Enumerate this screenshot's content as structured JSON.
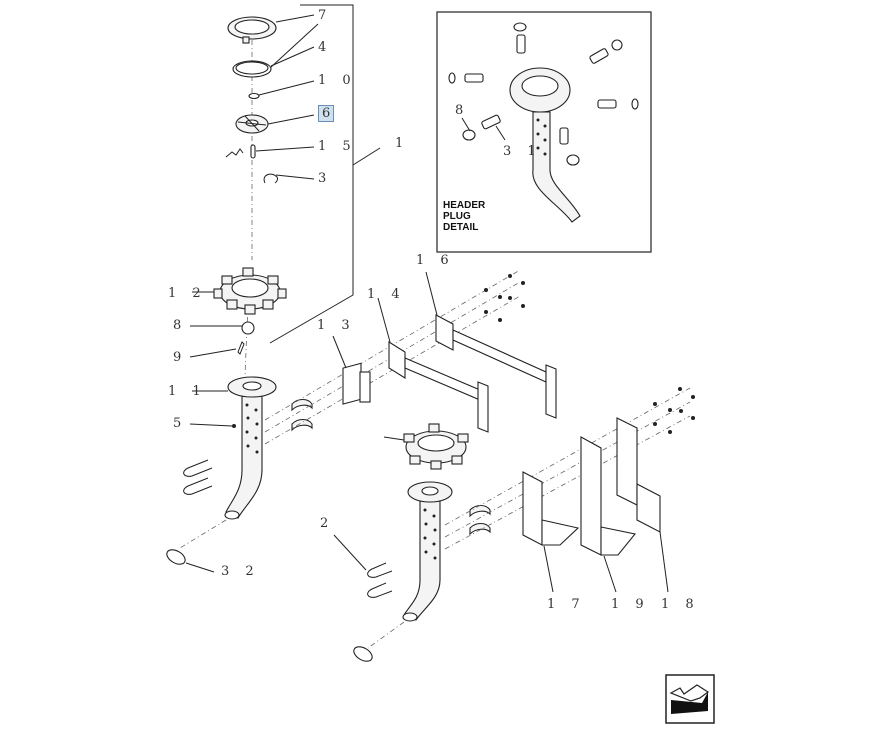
{
  "diagram": {
    "type": "exploded parts diagram",
    "detail_box": {
      "title_lines": [
        "HEADER",
        "PLUG",
        "DETAIL"
      ],
      "callouts": [
        "8",
        "3 1"
      ]
    },
    "callouts": {
      "c7": "7",
      "c4": "4",
      "c10": "1 0",
      "c6": "6",
      "c15": "1 5",
      "c3": "3",
      "c1": "1",
      "c12": "1 2",
      "c8": "8",
      "c9": "9",
      "c11": "1 1",
      "c5": "5",
      "c13": "1 3",
      "c14": "1 4",
      "c16": "1 6",
      "c2": "2",
      "c32": "3 2",
      "c17": "1 7",
      "c19": "1 9",
      "c18": "1 8"
    },
    "highlighted_callout": "6",
    "highlight_color": "#cfe0ef",
    "nav_icon": "previous-view-arrow-icon"
  }
}
